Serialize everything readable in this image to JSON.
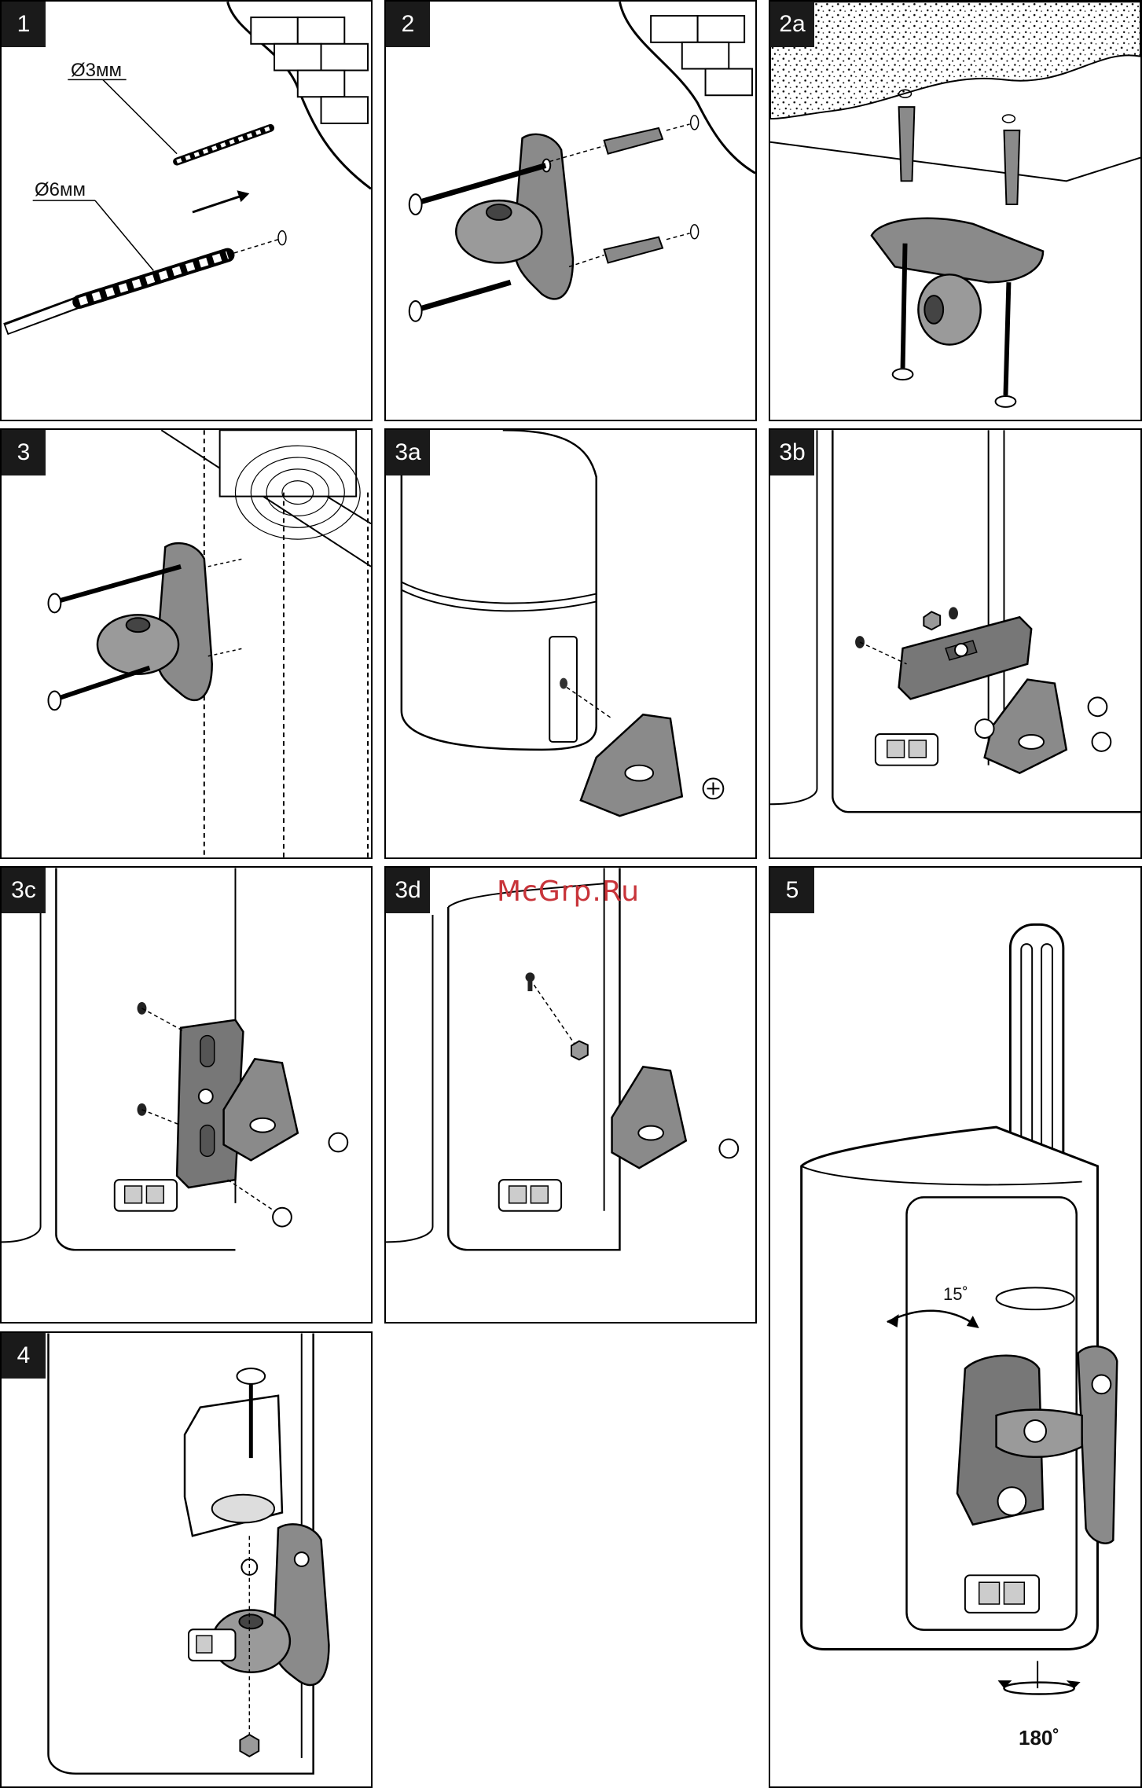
{
  "watermark": "McGrp.Ru",
  "panels": [
    {
      "id": "1",
      "label": "1"
    },
    {
      "id": "2",
      "label": "2"
    },
    {
      "id": "2a",
      "label": "2a"
    },
    {
      "id": "3",
      "label": "3"
    },
    {
      "id": "3a",
      "label": "3a"
    },
    {
      "id": "3b",
      "label": "3b"
    },
    {
      "id": "3c",
      "label": "3c"
    },
    {
      "id": "3d",
      "label": "3d"
    },
    {
      "id": "4",
      "label": "4"
    },
    {
      "id": "5",
      "label": "5"
    }
  ],
  "annotations": {
    "drill_small": "Ø3мм",
    "drill_large": "Ø6мм",
    "tilt_angle": "15˚",
    "rotate_angle": "180˚"
  },
  "colors": {
    "part_fill": "#8a8a8a",
    "part_dark": "#5a5a5a",
    "badge": "#1a1a1a",
    "watermark": "#c8343a"
  }
}
